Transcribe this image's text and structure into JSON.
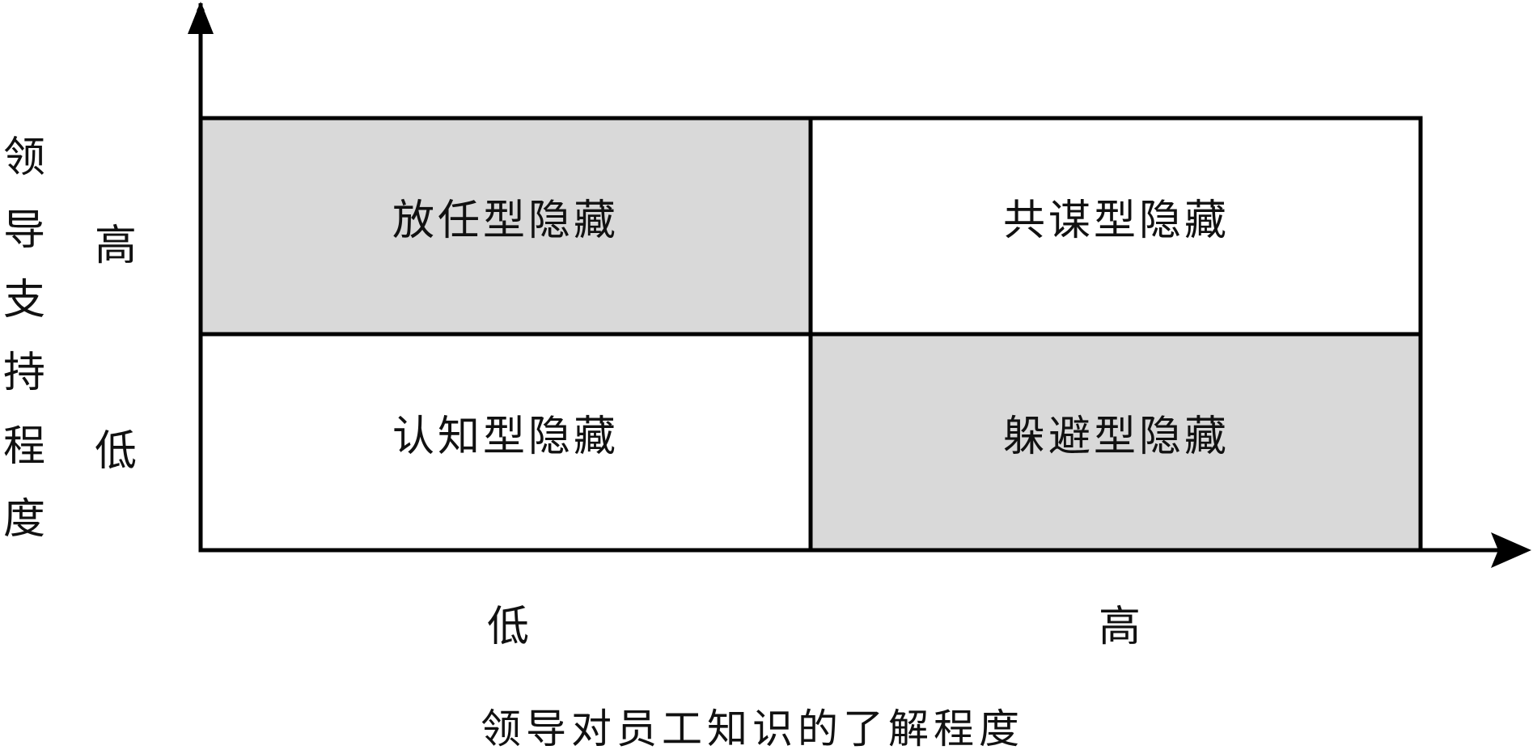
{
  "y_axis": {
    "title_chars": [
      "领",
      "导",
      "支",
      "持",
      "程",
      "度"
    ],
    "ticks": {
      "high": "高",
      "low": "低"
    }
  },
  "x_axis": {
    "title": "领导对员工知识的了解程度",
    "ticks": {
      "low": "低",
      "high": "高"
    }
  },
  "quadrants": {
    "top_left": {
      "label": "放任型隐藏",
      "fill": "#d9d9d9"
    },
    "top_right": {
      "label": "共谋型隐藏",
      "fill": "#ffffff"
    },
    "bottom_left": {
      "label": "认知型隐藏",
      "fill": "#ffffff"
    },
    "bottom_right": {
      "label": "躲避型隐藏",
      "fill": "#d9d9d9"
    }
  },
  "colors": {
    "line": "#000000",
    "shaded": "#d9d9d9"
  }
}
